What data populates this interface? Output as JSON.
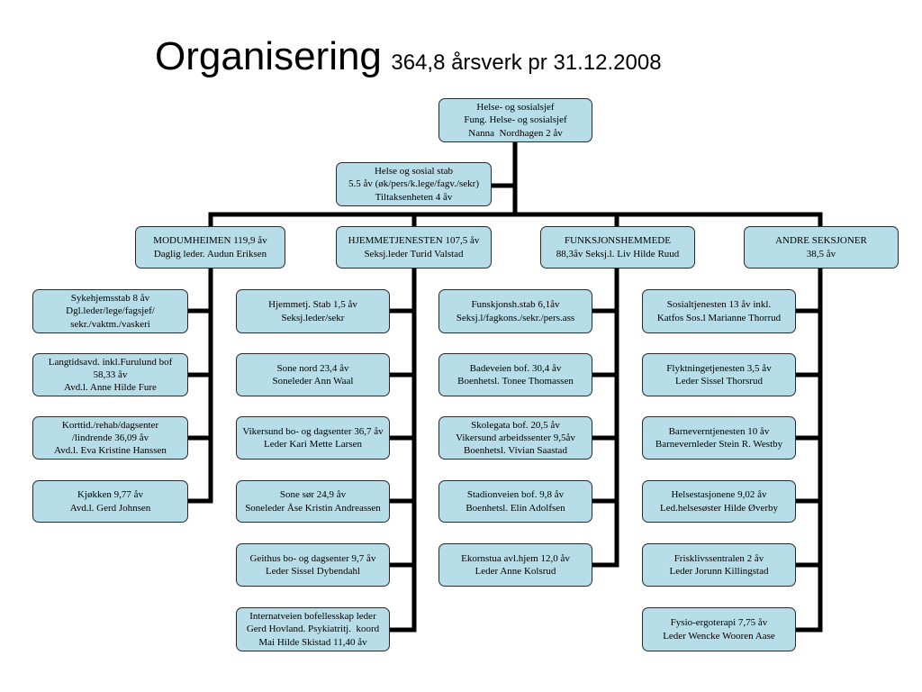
{
  "title": {
    "main": "Organisering",
    "sub": "364,8 årsverk pr 31.12.2008"
  },
  "top": {
    "text": "Helse- og sosialsjef\nFung. Helse- og sosialsjef\nNanna  Nordhagen 2 åv"
  },
  "staff": {
    "text": "Helse og sosial stab\n5.5 åv (øk/pers/k.lege/fagv./sekr)\nTiltaksenheten 4 åv"
  },
  "departments": [
    {
      "header": "MODUMHEIMEN 119,9 åv\nDaglig leder. Audun Eriksen",
      "units": [
        "Sykehjemsstab 8 åv\nDgl.leder/lege/fagsjef/\nsekr./vaktm./vaskeri",
        "Langtidsavd. inkl.Furulund bof\n58,33 åv\nAvd.l. Anne Hilde Fure",
        "Korttid./rehab/dagsenter\n/lindrende 36,09 åv\nAvd.l. Eva Kristine Hanssen",
        "Kjøkken 9,77 åv\nAvd.l. Gerd Johnsen"
      ]
    },
    {
      "header": "HJEMMETJENESTEN 107,5 åv\nSeksj.leder Turid Valstad",
      "units": [
        "Hjemmetj. Stab 1,5 åv\nSeksj.leder/sekr",
        "Sone nord 23,4 åv\nSoneleder Ann Waal",
        "Vikersund bo- og dagsenter 36,7 åv\nLeder Kari Mette Larsen",
        "Sone sør 24,9 åv\nSoneleder Åse Kristin Andreassen",
        "Geithus bo- og dagsenter 9,7 åv\nLeder Sissel Dybendahl",
        "Internatveien bofellesskap leder\nGerd Hovland. Psykiatritj.  koord\nMai Hilde Skistad 11,40 åv"
      ]
    },
    {
      "header": "FUNKSJONSHEMMEDE\n88,3åv Seksj.l. Liv Hilde Ruud",
      "units": [
        "Funskjonsh.stab 6,1åv\nSeksj.l/fagkons./sekr./pers.ass",
        "Badeveien bof. 30,4 åv\nBoenhetsl. Tonee Thomassen",
        "Skolegata bof. 20,5 åv\nVikersund arbeidssenter 9,5åv\nBoenhetsl. Vivian Saastad",
        "Stadionveien bof. 9,8 åv\nBoenhetsl. Elin Adolfsen",
        "Ekornstua avl.hjem 12,0 åv\nLeder Anne Kolsrud"
      ]
    },
    {
      "header": "ANDRE SEKSJONER\n38,5 åv",
      "units": [
        "Sosialtjenesten 13 åv inkl.\nKatfos Sos.l Marianne Thorrud",
        "Flyktningetjenesten 3,5 åv\nLeder Sissel Thorsrud",
        "Barneverntjenesten 10 åv\nBarnevernleder Stein R. Westby",
        "Helsestasjonene 9,02 åv\nLed.helsesøster Hilde Øverby",
        "Frisklivssentralen 2 åv\nLeder Jorunn Killingstad",
        "Fysio-ergoterapi 7,75 åv\nLeder Wencke Wooren Aase"
      ]
    }
  ]
}
